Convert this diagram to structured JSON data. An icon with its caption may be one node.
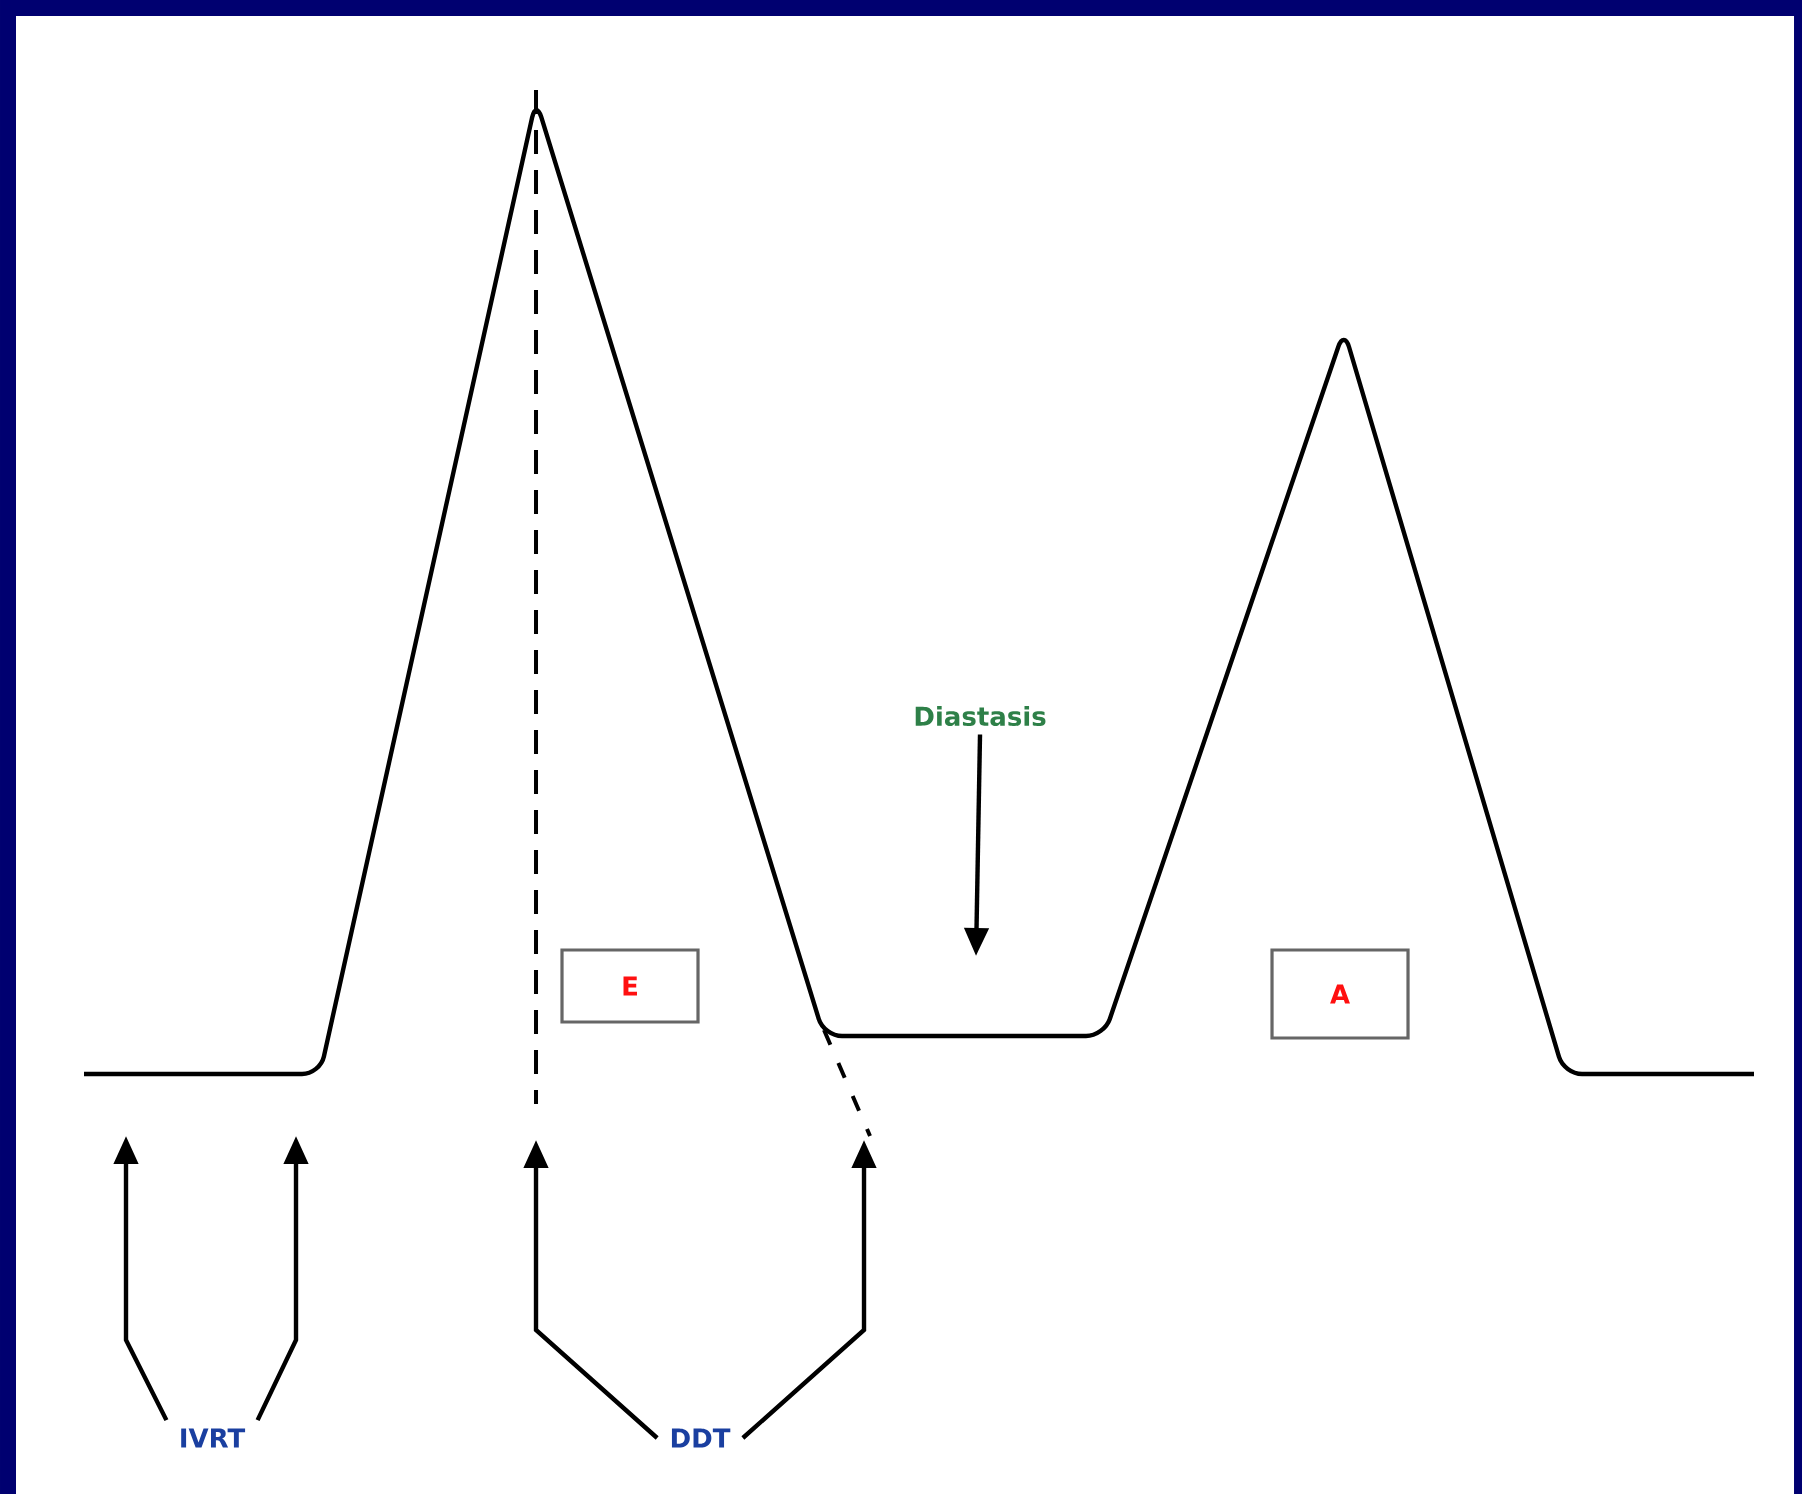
{
  "diagram": {
    "nodes": [
      {
        "text": [
          "E"
        ]
      },
      {
        "text": [
          "A"
        ]
      },
      {
        "text": [
          "Diastasis"
        ]
      },
      {
        "text": [
          "IVRT"
        ]
      },
      {
        "text": [
          "DDT"
        ]
      }
    ],
    "edges": [
      {
        "from": 2,
        "to": null,
        "arrow": "to"
      },
      {
        "from": 3,
        "to": null,
        "arrow": "to"
      },
      {
        "from": 3,
        "to": null,
        "arrow": "to"
      },
      {
        "from": 4,
        "to": null,
        "arrow": "to"
      },
      {
        "from": 4,
        "to": null,
        "arrow": "to"
      }
    ]
  }
}
